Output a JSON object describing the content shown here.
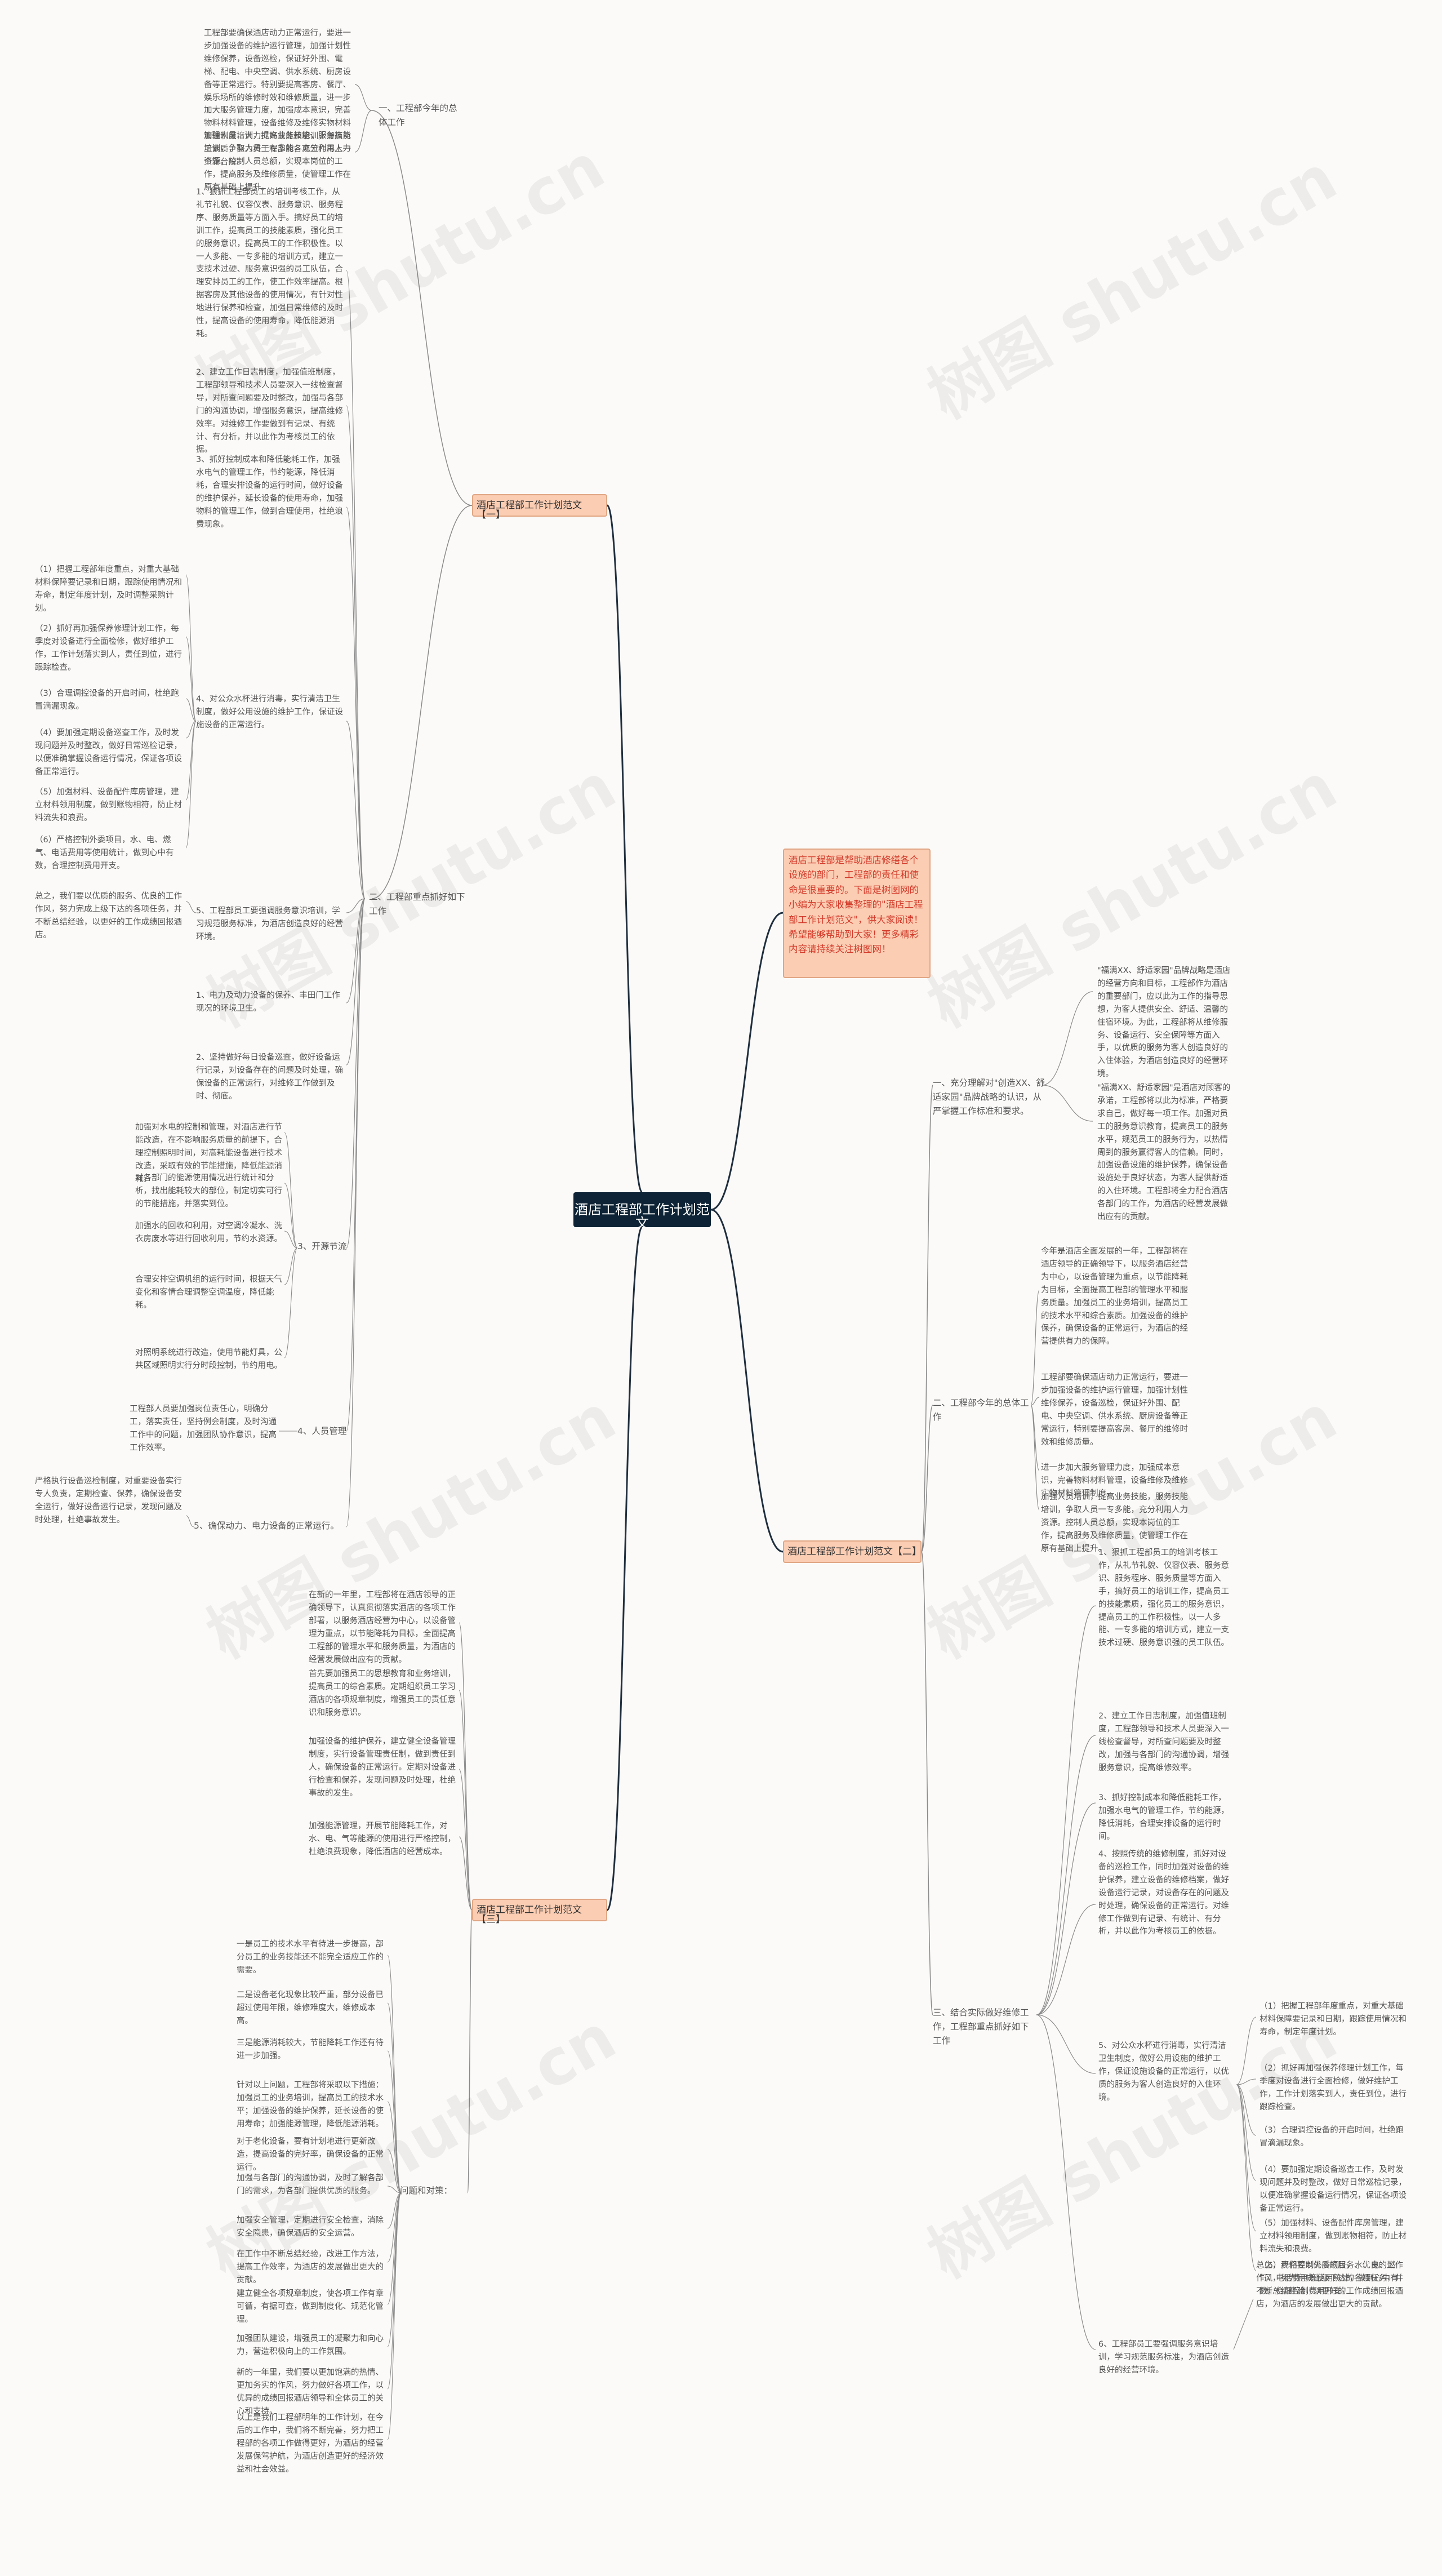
{
  "root": "酒店工程部工作计划范文",
  "intro": "酒店工程部是帮助酒店修缮各个设施的部门，工程部的责任和使命是很重要的。下面是树图网的小编为大家收集整理的\"酒店工程部工作计划范文\"，供大家阅读！希望能够帮助到大家！更多精彩内容请持续关注树图网！",
  "watermark": "树图 shutu.cn",
  "branch1": {
    "title": "酒店工程部工作计划范文【一】",
    "c1": {
      "label": "一、工程部今年的总体工作",
      "text1": "工程部要确保酒店动力正常运行，要进一步加强设备的维护运行管理，加强计划性维修保养，设备巡检，保证好外围、電梯、配电、中央空调、供水系统、厨房设备等正常运行。特别要提高客房、餐厅、娱乐场所的维修时效和维修质量，进一步加大服务管理力度，加强成本意识，完善物料材料管理，设备维修及维修实物材料管理制度，大力抓好技能和培训，提高员工素质，努力将工程部的各项工作再上一个新台阶。",
      "text2": "加强人员培训，提高业务技能，服务技能培训，争取人员一专多能，充分利用人力资源。控制人员总额，实现本岗位的工作，提高服务及维修质量，使管理工作在原有基础上提升。"
    },
    "c2": {
      "label": "二、工程部重点抓好如下工作",
      "p1": "1、狠抓工程部员工的培训考核工作，从礼节礼貌、仪容仪表、服务意识、服务程序、服务质量等方面入手。搞好员工的培训工作，提高员工的技能素质，强化员工的服务意识，提高员工的工作积极性。以一人多能、一专多能的培训方式，建立一支技术过硬、服务意识强的员工队伍，合理安排员工的工作，使工作效率提高。根据客房及其他设备的使用情况，有针对性地进行保养和检查，加强日常维修的及时性，提高设备的使用寿命，降低能源消耗。",
      "p2": "2、建立工作日志制度，加强值班制度，工程部领导和技术人员要深入一线检查督导，对所查问题要及时整改，加强与各部门的沟通协调，增强服务意识，提高维修效率。对维修工作要做到有记录、有统计、有分析，并以此作为考核员工的依据。",
      "p3": "3、抓好控制成本和降低能耗工作，加强水电气的管理工作，节约能源，降低消耗，合理安排设备的运行时间，做好设备的维护保养，延长设备的使用寿命，加强物料的管理工作，做到合理使用，杜绝浪费现象。",
      "p4": "4、对公众水杯进行消毒，实行清洁卫生制度，做好公用设施的维护工作，保证设施设备的正常运行。",
      "sub": [
        "（1）把握工程部年度重点，对重大基础材料保障要记录和日期，跟踪使用情况和寿命，制定年度计划，及时调整采购计划。",
        "（2）抓好再加强保养修理计划工作，每季度对设备进行全面检修，做好维护工作，工作计划落实到人，责任到位，进行跟踪检查。",
        "（3）合理调控设备的开启时间，杜绝跑冒滴漏现象。",
        "（4）要加强定期设备巡查工作，及时发现问题并及时整改，做好日常巡检记录，以便准确掌握设备运行情况，保证各项设备正常运行。",
        "（5）加强材料、设备配件库房管理，建立材料领用制度，做到账物相符，防止材料流失和浪费。",
        "（6）严格控制外委项目，水、电、燃气、电话费用等使用统计，做到心中有数，合理控制费用开支。"
      ],
      "p5": "5、工程部员工要强调服务意识培训，学习规范服务标准，为酒店创造良好的经营环境。",
      "note": "总之，我们要以优质的服务、优良的工作作风，努力完成上级下达的各项任务，并不断总结经验，以更好的工作成绩回报酒店。",
      "p6": "1、电力及动力设备的保养、丰田门工作现况的环境卫生。",
      "p7": "2、坚持做好每日设备巡查，做好设备运行记录，对设备存在的问题及时处理，确保设备的正常运行，对维修工作做到及时、彻底。",
      "p3b": "3、开源节流",
      "sub3": [
        "加强对水电的控制和管理，对酒店进行节能改造，在不影响服务质量的前提下，合理控制照明时间，对高耗能设备进行技术改造，采取有效的节能措施，降低能源消耗。",
        "对各部门的能源使用情况进行统计和分析，找出能耗较大的部位，制定切实可行的节能措施，并落实到位。",
        "加强水的回收和利用，对空调冷凝水、洗衣房废水等进行回收利用，节约水资源。",
        "合理安排空调机组的运行时间，根据天气变化和客情合理调整空调温度，降低能耗。",
        "对照明系统进行改造，使用节能灯具，公共区域照明实行分时段控制，节约用电。"
      ],
      "p8": "4、人员管理",
      "p8text": "工程部人员要加强岗位责任心，明确分工，落实责任，坚持例会制度，及时沟通工作中的问题，加强团队协作意识，提高工作效率。",
      "p9": "5、确保动力、电力设备的正常运行。",
      "p9text": "严格执行设备巡检制度，对重要设备实行专人负责，定期检查、保养，确保设备安全运行，做好设备运行记录，发现问题及时处理，杜绝事故发生。"
    }
  },
  "branch2": {
    "title": "酒店工程部工作计划范文【二】",
    "c1": {
      "label": "一、充分理解对\"创造XX、舒适家园\"品牌战略的认识，从严掌握工作标准和要求。",
      "text1": "\"福满XX、舒适家园\"品牌战略是酒店的经营方向和目标，工程部作为酒店的重要部门，应以此为工作的指导思想，为客人提供安全、舒适、温馨的住宿环境。为此，工程部将从维修服务、设备运行、安全保障等方面入手，以优质的服务为客人创造良好的入住体验，为酒店创造良好的经营环境。",
      "text2": "\"福满XX、舒适家园\"是酒店对顾客的承诺，工程部将以此为标准，严格要求自己，做好每一项工作。加强对员工的服务意识教育，提高员工的服务水平，规范员工的服务行为，以热情周到的服务赢得客人的信赖。同时，加强设备设施的维护保养，确保设备设施处于良好状态，为客人提供舒适的入住环境。工程部将全力配合酒店各部门的工作，为酒店的经营发展做出应有的贡献。"
    },
    "c2": {
      "label": "二、工程部今年的总体工作",
      "text1": "今年是酒店全面发展的一年，工程部将在酒店领导的正确领导下，以服务酒店经营为中心，以设备管理为重点，以节能降耗为目标，全面提高工程部的管理水平和服务质量。加强员工的业务培训，提高员工的技术水平和综合素质。加强设备的维护保养，确保设备的正常运行，为酒店的经营提供有力的保障。",
      "text2": "工程部要确保酒店动力正常运行，要进一步加强设备的维护运行管理，加强计划性维修保养，设备巡检，保证好外围、配电、中央空调、供水系统、厨房设备等正常运行，特别要提高客房、餐厅的维修时效和维修质量。",
      "text3": "进一步加大服务管理力度，加强成本意识，完善物料材料管理，设备维修及维修实物材料管理制度。",
      "text4": "加强人员培训，提高业务技能，服务技能培训，争取人员一专多能，充分利用人力资源。控制人员总额，实现本岗位的工作，提高服务及维修质量，使管理工作在原有基础上提升。"
    },
    "c3": {
      "label": "三、结合实际做好维修工作，工程部重点抓好如下工作",
      "p1": "1、狠抓工程部员工的培训考核工作，从礼节礼貌、仪容仪表、服务意识、服务程序、服务质量等方面入手，搞好员工的培训工作，提高员工的技能素质，强化员工的服务意识，提高员工的工作积极性。以一人多能、一专多能的培训方式，建立一支技术过硬、服务意识强的员工队伍。",
      "p2": "2、建立工作日志制度，加强值班制度，工程部领导和技术人员要深入一线检查督导，对所查问题要及时整改，加强与各部门的沟通协调，增强服务意识，提高维修效率。",
      "p3": "3、抓好控制成本和降低能耗工作，加强水电气的管理工作，节约能源，降低消耗，合理安排设备的运行时间。",
      "p4": "4、按照传统的维修制度，抓好对设备的巡检工作，同时加强对设备的维护保养，建立设备的维修档案，做好设备运行记录，对设备存在的问题及时处理，确保设备的正常运行。对维修工作做到有记录、有统计、有分析，并以此作为考核员工的依据。",
      "p5": "5、对公众水杯进行消毒，实行清洁卫生制度，做好公用设施的维护工作，保证设施设备的正常运行，以优质的服务为客人创造良好的入住环境。",
      "sub": [
        "（1）把握工程部年度重点，对重大基础材料保障要记录和日期，跟踪使用情况和寿命，制定年度计划。",
        "（2）抓好再加强保养修理计划工作，每季度对设备进行全面检修，做好维护工作，工作计划落实到人，责任到位，进行跟踪检查。",
        "（3）合理调控设备的开启时间，杜绝跑冒滴漏现象。",
        "（4）要加强定期设备巡查工作，及时发现问题并及时整改，做好日常巡检记录，以便准确掌握设备运行情况，保证各项设备正常运行。",
        "（5）加强材料、设备配件库房管理，建立材料领用制度，做到账物相符，防止材料流失和浪费。",
        "（6）严格控制外委项目，水、电、燃气、电话费用等使用统计，做到心中有数，合理控制费用开支。"
      ],
      "p6": "6、工程部员工要强调服务意识培训，学习规范服务标准，为酒店创造良好的经营环境。",
      "note": "总之，我们要以优质的服务、优良的工作作风，努力完成上级下达的各项任务，并不断总结经验，以更好的工作成绩回报酒店，为酒店的发展做出更大的贡献。"
    }
  },
  "branch3": {
    "title": "酒店工程部工作计划范文【三】",
    "text1": "在新的一年里，工程部将在酒店领导的正确领导下，认真贯彻落实酒店的各项工作部署，以服务酒店经营为中心，以设备管理为重点，以节能降耗为目标，全面提高工程部的管理水平和服务质量，为酒店的经营发展做出应有的贡献。",
    "text2": "首先要加强员工的思想教育和业务培训，提高员工的综合素质。定期组织员工学习酒店的各项规章制度，增强员工的责任意识和服务意识。",
    "text3": "加强设备的维护保养，建立健全设备管理制度，实行设备管理责任制，做到责任到人，确保设备的正常运行。定期对设备进行检查和保养，发现问题及时处理，杜绝事故的发生。",
    "text4": "加强能源管理，开展节能降耗工作，对水、电、气等能源的使用进行严格控制，杜绝浪费现象，降低酒店的经营成本。",
    "c1": {
      "label": "问题和对策：",
      "text1": "一是员工的技术水平有待进一步提高，部分员工的业务技能还不能完全适应工作的需要。",
      "text2": "二是设备老化现象比较严重，部分设备已超过使用年限，维修难度大，维修成本高。",
      "text3": "三是能源消耗较大，节能降耗工作还有待进一步加强。",
      "text4": "针对以上问题，工程部将采取以下措施：加强员工的业务培训，提高员工的技术水平；加强设备的维护保养，延长设备的使用寿命；加强能源管理，降低能源消耗。",
      "text5": "对于老化设备，要有计划地进行更新改造，提高设备的完好率，确保设备的正常运行。",
      "text6": "加强与各部门的沟通协调，及时了解各部门的需求，为各部门提供优质的服务。",
      "text7": "加强安全管理，定期进行安全检查，消除安全隐患，确保酒店的安全运营。",
      "text8": "在工作中不断总结经验，改进工作方法，提高工作效率，为酒店的发展做出更大的贡献。",
      "text9": "建立健全各项规章制度，使各项工作有章可循，有据可查，做到制度化、规范化管理。",
      "text10": "加强团队建设，增强员工的凝聚力和向心力，营造积极向上的工作氛围。",
      "text11": "新的一年里，我们要以更加饱满的热情、更加务实的作风，努力做好各项工作，以优异的成绩回报酒店领导和全体员工的关心和支持。",
      "text12": "以上是我们工程部明年的工作计划，在今后的工作中，我们将不断完善，努力把工程部的各项工作做得更好，为酒店的经营发展保驾护航，为酒店创造更好的经济效益和社会效益。"
    }
  }
}
